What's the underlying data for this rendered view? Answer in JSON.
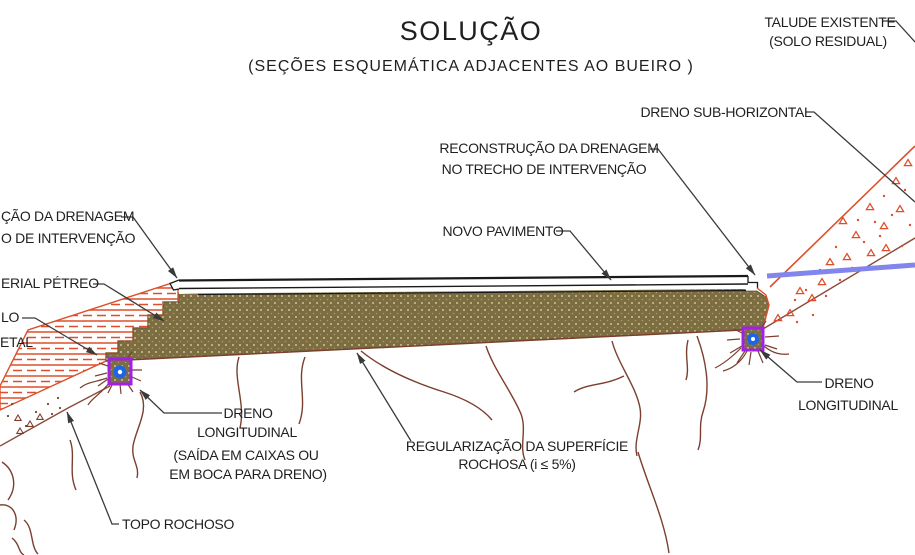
{
  "title": "SOLUÇÃO",
  "subtitle": "(SEÇÕES ESQUEMÁTICA ADJACENTES AO BUEIRO )",
  "labels": {
    "talude_existente_1": "TALUDE EXISTENTE",
    "talude_existente_2": "(SOLO RESIDUAL)",
    "dreno_sub_horizontal": "DRENO SUB-HORIZONTAL",
    "reconstrucao_1": "RECONSTRUÇÃO DA DRENAGEM",
    "reconstrucao_2": "NO TRECHO DE INTERVENÇÃO",
    "novo_pavimento": "NOVO PAVIMENTO",
    "reconstrucao_esq_1": "ÇÃO DA DRENAGEM",
    "reconstrucao_esq_2": "O DE INTERVENÇÃO",
    "material_petreo": "ERIAL PÉTREO",
    "solo_frag_1": "LO",
    "solo_frag_2": "ETAL",
    "dreno_long_esq_1": "DRENO",
    "dreno_long_esq_2": "LONGITUDINAL",
    "dreno_long_esq_3": "(SAÍDA EM CAIXAS OU",
    "dreno_long_esq_4": "EM BOCA PARA DRENO)",
    "regularizacao_1": "REGULARIZAÇÃO DA SUPERFÍCIE",
    "regularizacao_2": "ROCHOSA (i ≤ 5%)",
    "topo_rochoso": "TOPO ROCHOSO",
    "dreno_long_dir_1": "DRENO",
    "dreno_long_dir_2": "LONGITUDINAL"
  },
  "colors": {
    "hatch_orange": "#dd4f2a",
    "fill_olive": "#7c6e41",
    "fill_dot": "#cfc39b",
    "drain_blue": "#8286ec",
    "drain_symbol_purple": "#a21fe8",
    "drain_symbol_blue": "#1e63e8",
    "rock_brown": "#8a4a38",
    "crack_brown": "#7b3f2f",
    "leader_gray": "#3a3a3a",
    "text_ink": "#1f1f1f"
  }
}
